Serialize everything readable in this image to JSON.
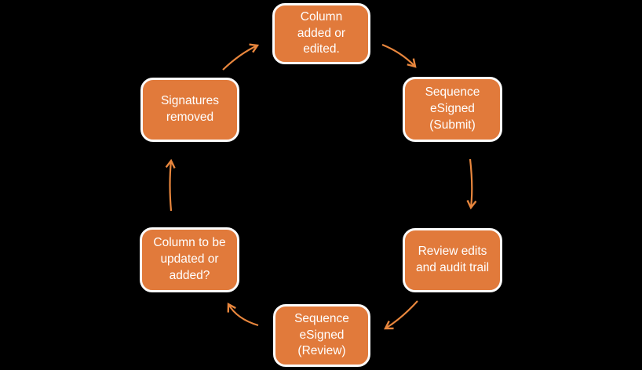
{
  "theme": {
    "background": "#000000",
    "node-fill": "#E17A3B",
    "node-border": "#FCFCFC",
    "node-text": "#FFFFFF",
    "arrow-color": "#E8863D"
  },
  "diagram": {
    "type": "cycle",
    "direction": "clockwise",
    "nodes": [
      {
        "id": "column-added-or-edited",
        "position": "top",
        "label": "Column added or edited."
      },
      {
        "id": "sequence-esigned-submit",
        "position": "top-right",
        "label": "Sequence eSigned (Submit)"
      },
      {
        "id": "review-edits-audit-trail",
        "position": "bottom-right",
        "label": "Review edits and audit trail"
      },
      {
        "id": "sequence-esigned-review",
        "position": "bottom",
        "label": "Sequence eSigned (Review)"
      },
      {
        "id": "column-to-be-updated",
        "position": "bottom-left",
        "label": "Column to be updated or added?"
      },
      {
        "id": "signatures-removed",
        "position": "top-left",
        "label": "Signatures removed"
      }
    ],
    "edges": [
      {
        "from": "column-added-or-edited",
        "to": "sequence-esigned-submit"
      },
      {
        "from": "sequence-esigned-submit",
        "to": "review-edits-audit-trail"
      },
      {
        "from": "review-edits-audit-trail",
        "to": "sequence-esigned-review"
      },
      {
        "from": "sequence-esigned-review",
        "to": "column-to-be-updated"
      },
      {
        "from": "column-to-be-updated",
        "to": "signatures-removed"
      },
      {
        "from": "signatures-removed",
        "to": "column-added-or-edited"
      }
    ]
  }
}
